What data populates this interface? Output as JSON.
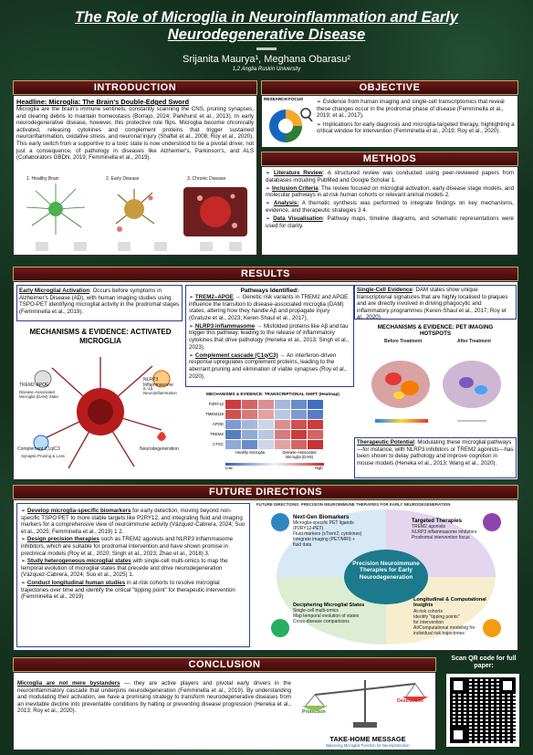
{
  "header": {
    "title": "The Role of Microglia in Neuroinflammation and Early Neurodegenerative Disease",
    "authors": "Srijanita Maurya¹, Meghana Obarasu²",
    "affiliation": "1,2 Anglia Ruskin University"
  },
  "introduction": {
    "banner": "INTRODUCTION",
    "headline": "Headline: Microglia: The Brain's Double-Edged Sword",
    "body": "Microglia are the brain's immune sentinels, constantly scanning the CNS, pruning synapses, and clearing debris to maintain homeostasis (Borrajo, 2024; Parkhurst et al., 2013). In early neurodegenerative disease, however, this protective role flips. Microglia become chronically activated, releasing cytokines and complement proteins that trigger sustained neuroinflammation, oxidative stress, and neuronal injury (Shaftel et al., 2008; Roy et al., 2020). This early switch from a supportive to a toxic state is now understood to be a pivotal driver, not just a consequence, of pathology in diseases like Alzheimer's, Parkinson's, and ALS (Collaborators GBDN, 2019; Femminella et al., 2019).",
    "stages": [
      "1. Healthy Brain",
      "2. Early Disease",
      "3. Chronic Disease"
    ]
  },
  "objective": {
    "banner": "OBJECTIVE",
    "focus_label": "RESEARCH FOCUS",
    "points": [
      "Evidence from human imaging and single-cell transcriptomics that reveal these changes occur in the prodromal phase of disease (Femminella et al., 2019; et al., 2017).",
      "Implications for early diagnosis and microglia-targeted therapy, highlighting a critical window for intervention (Femminella et al., 2019; Roy et al., 2020)."
    ]
  },
  "methods": {
    "banner": "METHODS",
    "items": [
      {
        "label": "Literature Review",
        "text": ": A structured review was conducted using peer-reviewed papers from databases including PubMed and Google Scholar 1."
      },
      {
        "label": "Inclusion Criteria",
        "text": ": The review focused on microglial activation, early disease stage models, and molecular pathways in at-risk human cohorts or relevant animal models 2."
      },
      {
        "label": "Analysis:",
        "text": " A thematic synthesis was performed to integrate findings on key mechanisms, evidence, and therapeutic strategies 3 4."
      },
      {
        "label": "Data Visualisation",
        "text": ": Pathway maps, timeline diagrams, and schematic representations were used for clarity."
      }
    ]
  },
  "results": {
    "banner": "RESULTS",
    "early_activation_label": "Early Microglial Activation",
    "early_activation_text": ": Occurs before symptoms in Alzheimer's Disease (AD), with human imaging studies using TSPO-PET identifying microglial activity in the prodromal stages (Femminella et al., 2019).",
    "mech_title": "MECHANISMS & EVIDENCE: ACTIVATED MICROGLIA",
    "mech_labels": [
      "TREM2-APOE",
      "Disease-Associated Microglia (DAM) State",
      "NLRP3 Inflammasome",
      "IL-1β, Neuroinflammation",
      "Complement C1q/C3",
      "Synaptic Pruning & Loss",
      "Neurodegeneration"
    ],
    "pathways_title": "Pathways Identified:",
    "pathways": [
      {
        "label": "TREM2–APOE",
        "text": " → Genetic risk variants in TREM2 and APOE influence the transition to disease-associated microglia (DAM) states, altering how they handle Aβ and propagate injury (Gratuze et al., 2023; Keren-Shaul et al., 2017)."
      },
      {
        "label": "NLRP3 inflammasome",
        "text": " → Misfolded proteins like Aβ and tau trigger this pathway, leading to the release of inflammatory cytokines that drive pathology (Heneka et al., 2013; Singh et al., 2023)."
      },
      {
        "label": "Complement cascade (C1q/C3)",
        "text": " → An interferon-driven response upregulates complement proteins, leading to the aberrant pruning and elimination of viable synapses (Roy et al., 2020)."
      }
    ],
    "single_cell_label": "Single-Cell Evidence",
    "single_cell_text": ": DAM states show unique transcriptional signatures that are highly localised to plaques and are directly involved in driving phagocytic and inflammatory programmes (Keren-Shaul et al., 2017; Roy et al., 2020).",
    "pet_title": "MECHANISMS & EVIDENCE: PET IMAGING HOTSPOTS",
    "pet_before": "Before Treatment",
    "pet_after": "After Treatment",
    "therapeutic_label": "Therapeutic Potential",
    "therapeutic_text": ": Modulating these microglial pathways—for instance, with NLRP3 inhibitors or TREM2 agonists—has been shown to delay pathology and improve cognition in mouse models (Heneka et al., 2013; Wang et al., 2020)."
  },
  "chart_data": {
    "type": "heatmap",
    "title": "MECHANISMS & EVIDENCE: TRANSCRIPTIONAL SHIFT (Heatmap)",
    "rows": [
      "P2RY12",
      "TMEM119",
      "APOE",
      "TREM2",
      "CTSC"
    ],
    "columns": [
      "Healthy Microglia",
      "Disease-Associated Microglia (DAM)"
    ],
    "values": [
      [
        0.9,
        0.7,
        0.5,
        -0.4,
        -0.7,
        -0.9
      ],
      [
        0.8,
        0.6,
        0.4,
        -0.3,
        -0.6,
        -0.8
      ],
      [
        -0.6,
        -0.4,
        -0.2,
        0.5,
        0.8,
        0.9
      ],
      [
        -0.8,
        -0.5,
        -0.3,
        0.6,
        0.9,
        0.7
      ],
      [
        -0.5,
        -0.7,
        -0.2,
        0.4,
        0.7,
        0.95
      ]
    ],
    "legend": [
      "Low",
      "High"
    ],
    "colors": {
      "low": "#2e5fb8",
      "mid": "#f4f4f4",
      "high": "#c62828"
    }
  },
  "future": {
    "banner": "FUTURE DIRECTIONS",
    "items": [
      {
        "label": "Develop microglia-specific biomarkers",
        "text": " for early detection, moving beyond non-specific TSPO PET to more stable targets like P2RY12, and integrating fluid and imaging markers for a comprehensive view of neuroimmune activity (Vázquez-Cabrera, 2024; Suo et al., 2025; Femminella et al., 2019) 1 2."
      },
      {
        "label": "Design precision therapies",
        "text": " such as TREM2 agonists and NLRP3 inflammasome inhibitors, which are suitable for prodromal intervention and have shown promise in preclinical models (Roy et al., 2020; Singh et al., 2023; Zhao et al., 2018) 3."
      },
      {
        "label": "Study heterogeneous microglial states",
        "text": " with single-cell multi-omics to map the temporal evolution of microglial states that precede and drive neurodegeneration (Vázquez-Cabrera, 2024; Suo et al., 2025) 1."
      },
      {
        "label": "Conduct longitudinal human studies",
        "text": " in at-risk cohorts to resolve microglial trajectories over time and identify the critical \"tipping point\" for therapeutic intervention (Femminella et al., 2019)"
      }
    ],
    "diagram_title": "FUTURE DIRECTIONS: PRECISION NEUROIMMUNE THERAPIES FOR EARLY NEURODEGENERATION",
    "center": "Precision Neuroimmune Therapies for Early Neurodegeneration",
    "quadrants": [
      {
        "title": "Next-Gen Biomarkers",
        "lines": [
          "Microglia-specific PET ligands",
          "(P2RY12-PET)",
          "Fluid markers (sTrem2, cytokines)",
          "Integrate imaging (PET/MRI) +",
          "fluid data"
        ]
      },
      {
        "title": "Targeted Therapies",
        "lines": [
          "TREM2 agonists",
          "NLRP3 inflammasome inhibitors",
          "Prodromal intervention focus"
        ]
      },
      {
        "title": "Longitudinal & Computational Insights",
        "lines": [
          "At-risk cohorts",
          "Identify \"tipping points\"",
          "for intervention",
          "AI/Computational modeling for",
          "individual risk trajectories"
        ]
      },
      {
        "title": "Deciphering Microglial States",
        "lines": [
          "Single-cell multi-omics",
          "Map temporal evolution of states",
          "Cross-disease comparisons"
        ]
      }
    ]
  },
  "conclusion": {
    "banner": "CONCLUSION",
    "lead": "Microglia are not mere bystanders",
    "text": " — they are active players and pivotal early drivers in the neuroinflammatory cascade that underpins neurodegeneration (Femminella et al., 2019). By understanding and modulating their activation, we have a promising strategy to transform neurodegenerative diseases from an inevitable decline into preventable conditions by halting or preventing disease progression (Heneka et al., 2013; Roy et al., 2020).",
    "scale_left": "Protection",
    "scale_right": "Destruction",
    "take_home": "TAKE-HOME MESSAGE",
    "take_home_sub": "Balancing Microglial Function for Neuroprotection"
  },
  "qr": {
    "label": "Scan QR code for full paper:"
  }
}
